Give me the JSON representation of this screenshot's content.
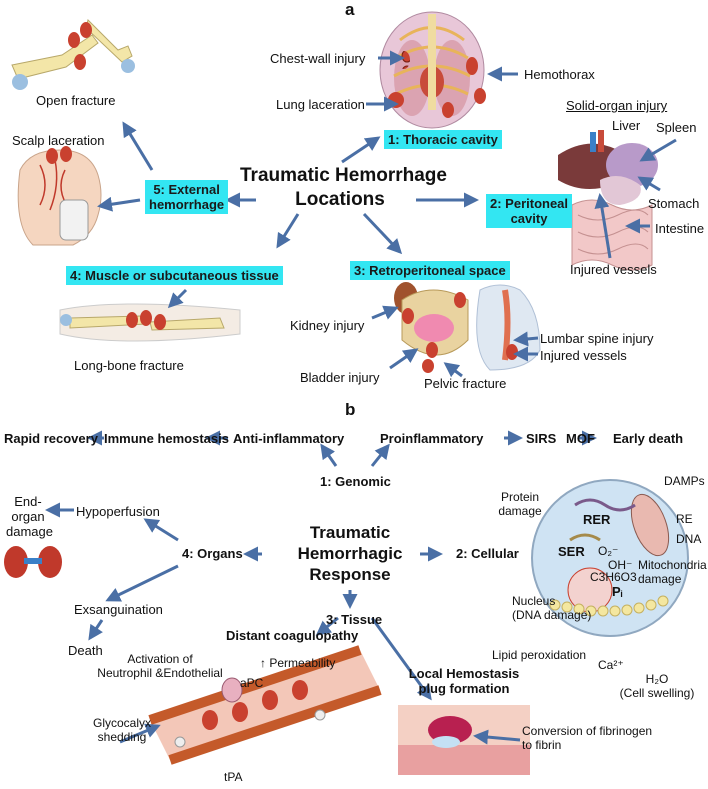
{
  "panel_a": {
    "letter": "a",
    "title_line1": "Traumatic Hemorrhage",
    "title_line2": "Locations",
    "sites": {
      "thoracic": "1: Thoracic cavity",
      "peritoneal_line1": "2: Peritoneal",
      "peritoneal_line2": "cavity",
      "retroperitoneal": "3: Retroperitoneal space",
      "muscle": "4: Muscle or subcutaneous tissue",
      "external_line1": "5: External",
      "external_line2": "hemorrhage"
    },
    "labels": {
      "chest_wall": "Chest-wall injury",
      "hemothorax": "Hemothorax",
      "lung_laceration": "Lung laceration",
      "solid_organ": "Solid-organ injury",
      "liver": "Liver",
      "spleen": "Spleen",
      "stomach": "Stomach",
      "intestine": "Intestine",
      "injured_vessels_abd": "Injured vessels",
      "open_fracture": "Open fracture",
      "scalp_laceration": "Scalp laceration",
      "long_bone": "Long-bone fracture",
      "kidney": "Kidney injury",
      "bladder": "Bladder injury",
      "pelvic": "Pelvic fracture",
      "lumbar": "Lumbar spine injury",
      "injured_vessels_retro": "Injured vessels"
    }
  },
  "panel_b": {
    "letter": "b",
    "title_line1": "Traumatic",
    "title_line2": "Hemorrhagic",
    "title_line3": "Response",
    "genomic": "1: Genomic",
    "cellular": "2: Cellular",
    "tissue": "3: Tissue",
    "organs": "4: Organs",
    "anti_inflammatory": "Anti-inflammatory",
    "immune_hemostasis": "Immune hemostasis",
    "rapid_recovery": "Rapid recovery",
    "proinflammatory": "Proinflammatory",
    "sirs": "SIRS",
    "mof": "MOF",
    "early_death": "Early death",
    "end_organ_line1": "End-",
    "end_organ_line2": "organ",
    "end_organ_line3": "damage",
    "hypoperfusion": "Hypoperfusion",
    "exsanguination": "Exsanguination",
    "death": "Death",
    "distant_coagulopathy": "Distant coagulopathy",
    "activation_line1": "Activation of",
    "activation_line2": "Neutrophil &Endothelial",
    "permeability": "↑ Permeability",
    "apc": "aPC",
    "glycocalyx_line1": "Glycocalyx",
    "glycocalyx_line2": "shedding",
    "tpa": "tPA",
    "local_line1": "Local Hemostasis",
    "local_line2": "plug formation",
    "conversion_line1": "Conversion of fibrinogen",
    "conversion_line2": "to fibrin",
    "cell": {
      "protein_line1": "Protein",
      "protein_line2": "damage",
      "rer": "RER",
      "ser": "SER",
      "o2": "O₂⁻",
      "oh": "OH⁻",
      "lactate": "C3H6O3",
      "pi": "Pᵢ",
      "damps": "DAMPs",
      "re": "RE",
      "dna": "DNA",
      "mito_line1": "Mitochondria",
      "mito_line2": "damage",
      "nucleus_line1": "Nucleus",
      "nucleus_line2": "(DNA damage)",
      "lipid": "Lipid peroxidation",
      "ca": "Ca²⁺",
      "h2o": "H₂O",
      "swelling": "(Cell swelling)"
    }
  },
  "colors": {
    "arrow": "#4a6fa5",
    "highlight": "#33e6f2",
    "blood": "#c0392b",
    "bone": "#f3e6a8",
    "cell_fill": "#cfe3f3"
  }
}
